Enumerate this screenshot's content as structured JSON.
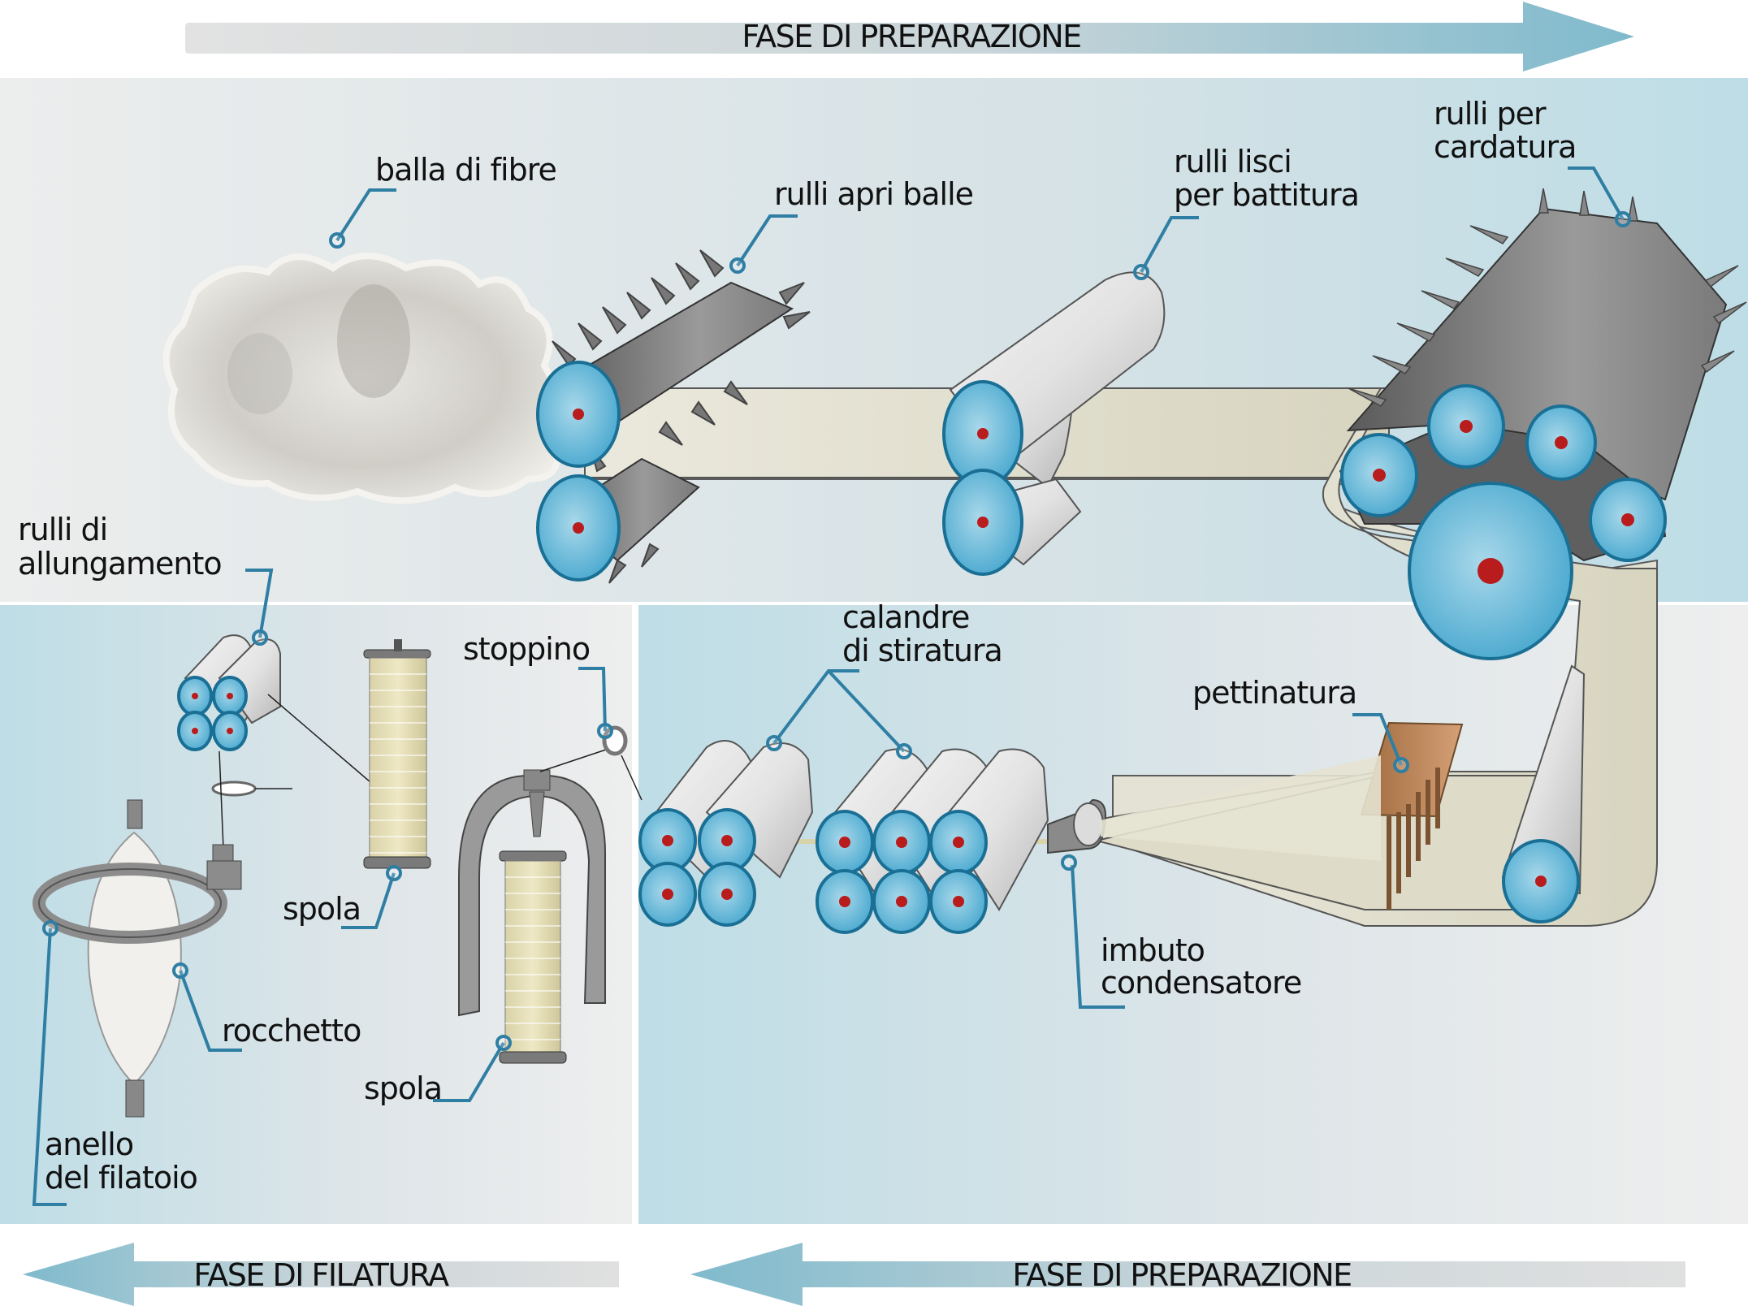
{
  "diagram": {
    "title_arrows": {
      "top": "FASE DI PREPARAZIONE",
      "bottom_left": "FASE DI FILATURA",
      "bottom_right": "FASE DI PREPARAZIONE"
    },
    "colors": {
      "roller_cap": "#5ab4d6",
      "roller_rim": "#1a6f95",
      "roller_center": "#b81c1c",
      "leader_line": "#2f7ea3",
      "arrow_blue": "#86bccd",
      "arrow_gray": "#dcdcdc",
      "panel_blue": "#c1dee7",
      "panel_gray": "#ecedee",
      "belt": "#e4e2d4",
      "comb": "#b9845a"
    },
    "labels": {
      "balla_di_fibre": "balla di fibre",
      "rulli_apri_balle": "rulli apri balle",
      "rulli_lisci_1": "rulli lisci",
      "rulli_lisci_2": "per battitura",
      "rulli_cardatura_1": "rulli per",
      "rulli_cardatura_2": "cardatura",
      "rulli_allungamento_1": "rulli di",
      "rulli_allungamento_2": "allungamento",
      "stoppino": "stoppino",
      "calandre_1": "calandre",
      "calandre_2": "di stiratura",
      "pettinatura": "pettinatura",
      "spola_1": "spola",
      "spola_2": "spola",
      "rocchetto": "rocchetto",
      "imbuto_1": "imbuto",
      "imbuto_2": "condensatore",
      "anello_1": "anello",
      "anello_2": "del filatoio"
    }
  }
}
